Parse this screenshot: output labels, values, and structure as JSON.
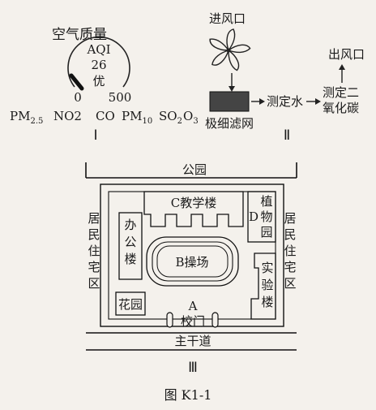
{
  "aqi_meter": {
    "title": "空气质量",
    "label": "AQI",
    "value": "26",
    "grade": "优",
    "scale_min": "0",
    "scale_max": "500"
  },
  "pollutants": [
    "PM2.5",
    "NO2",
    "CO",
    "PM10",
    "SO2",
    "O3"
  ],
  "sensor": {
    "inlet": "进风口",
    "filter": "极细滤网",
    "measure_water": "测定水",
    "measure_co2_line1": "测定二",
    "measure_co2_line2": "氧化碳",
    "outlet": "出风口"
  },
  "map": {
    "park": "公园",
    "left_residential": [
      "居",
      "民",
      "住",
      "宅",
      "区"
    ],
    "right_residential": [
      "居",
      "民",
      "住",
      "宅",
      "区"
    ],
    "office": [
      "办",
      "公",
      "楼"
    ],
    "teaching": "C教学楼",
    "botanical_letter": "D",
    "botanical": [
      "植",
      "物",
      "园"
    ],
    "playground": "B操场",
    "lab": [
      "实",
      "验",
      "楼"
    ],
    "garden": "花园",
    "point_a": "A",
    "gate": "校门",
    "road": "主干道"
  },
  "roman": {
    "one": "Ⅰ",
    "two": "Ⅱ",
    "three": "Ⅲ"
  },
  "figure_caption": "图 K1-1"
}
